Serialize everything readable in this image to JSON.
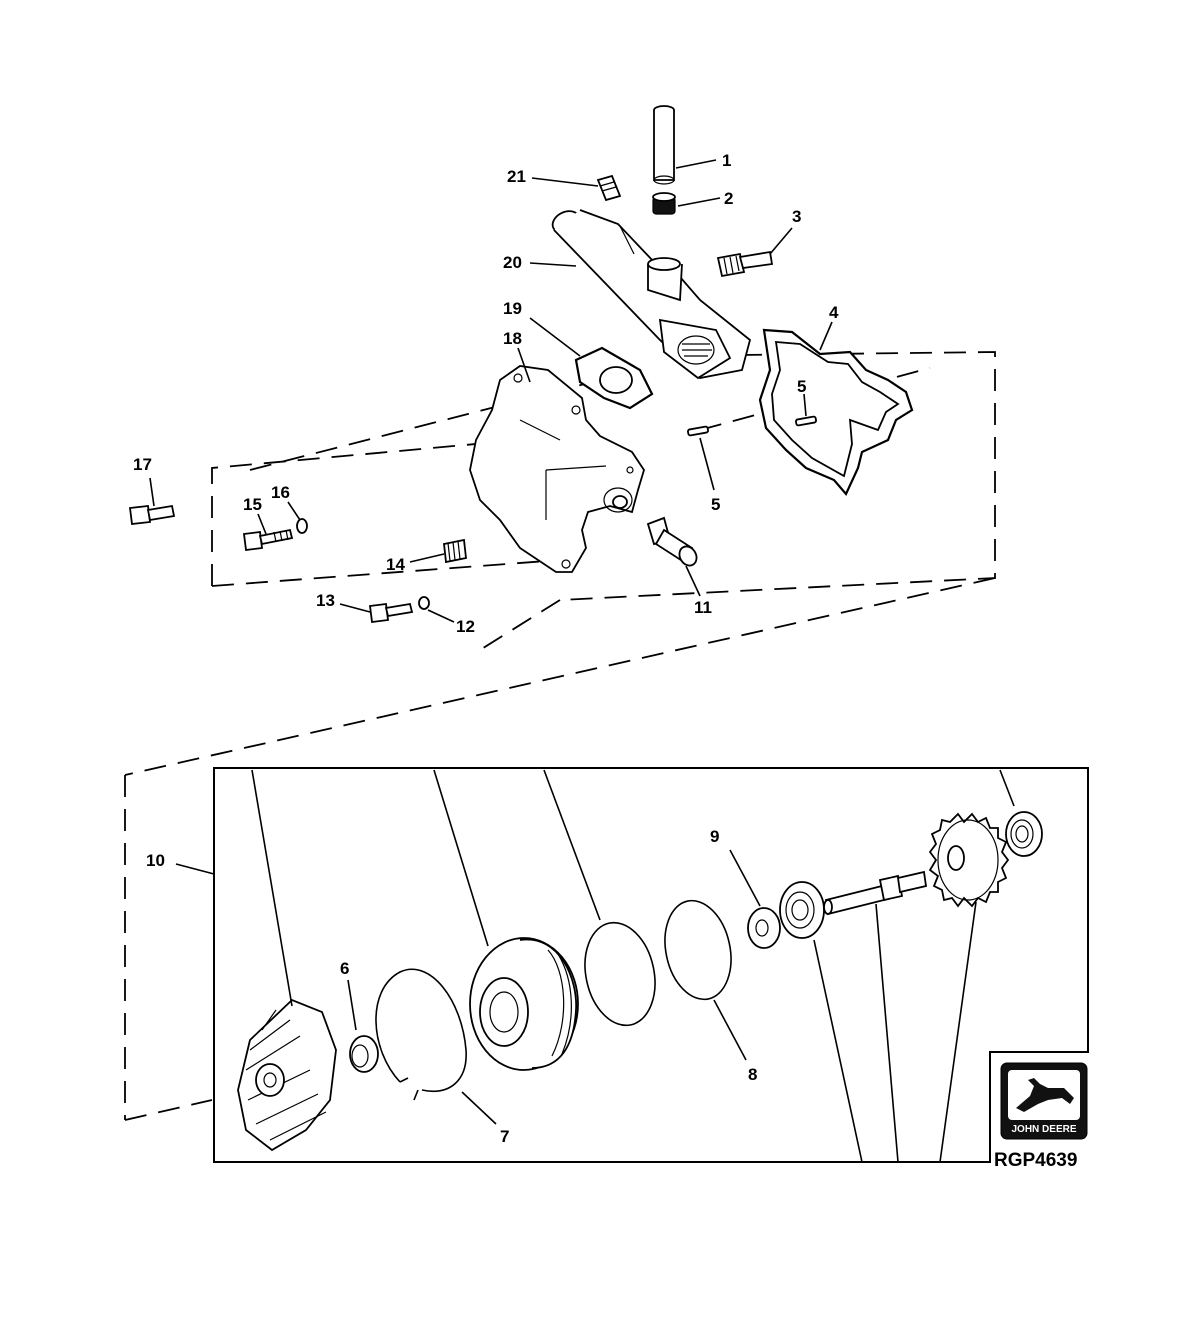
{
  "figure_id": "RGP4639",
  "logo": {
    "text": "JOHN DEERE"
  },
  "callouts": {
    "c1": "1",
    "c2": "2",
    "c3": "3",
    "c4": "4",
    "c5a": "5",
    "c5b": "5",
    "c6": "6",
    "c7": "7",
    "c8": "8",
    "c9": "9",
    "c10": "10",
    "c11": "11",
    "c12": "12",
    "c13": "13",
    "c14": "14",
    "c15": "15",
    "c16": "16",
    "c17": "17",
    "c18": "18",
    "c19": "19",
    "c20": "20",
    "c21": "21"
  }
}
